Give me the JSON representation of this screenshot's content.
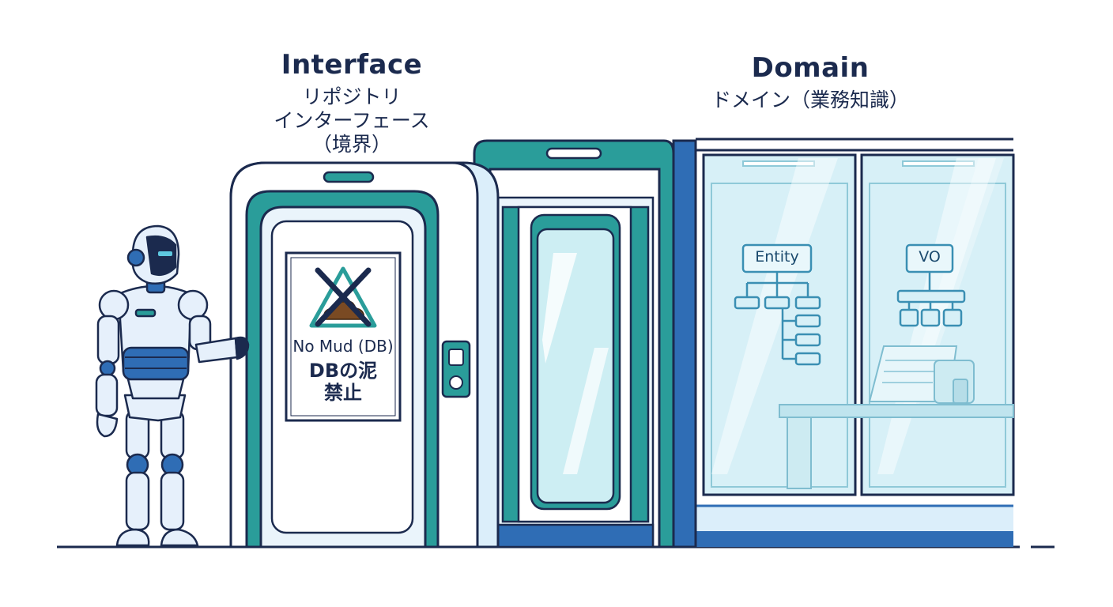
{
  "interface": {
    "title": "Interface",
    "subtitle": "リポジトリ\nインターフェース\n（境界）"
  },
  "domain": {
    "title": "Domain",
    "subtitle": "ドメイン（業務知識）",
    "entity_label": "Entity",
    "vo_label": "VO"
  },
  "sign": {
    "english": "No Mud (DB)",
    "japanese": "DBの泥\n禁止"
  },
  "colors": {
    "navy": "#1b2a4e",
    "teal": "#2a9d9a",
    "blue": "#2f6db5",
    "light_blue": "#dbeefa",
    "glass": "#d7f0f7",
    "robot": "#e6f0fb"
  }
}
